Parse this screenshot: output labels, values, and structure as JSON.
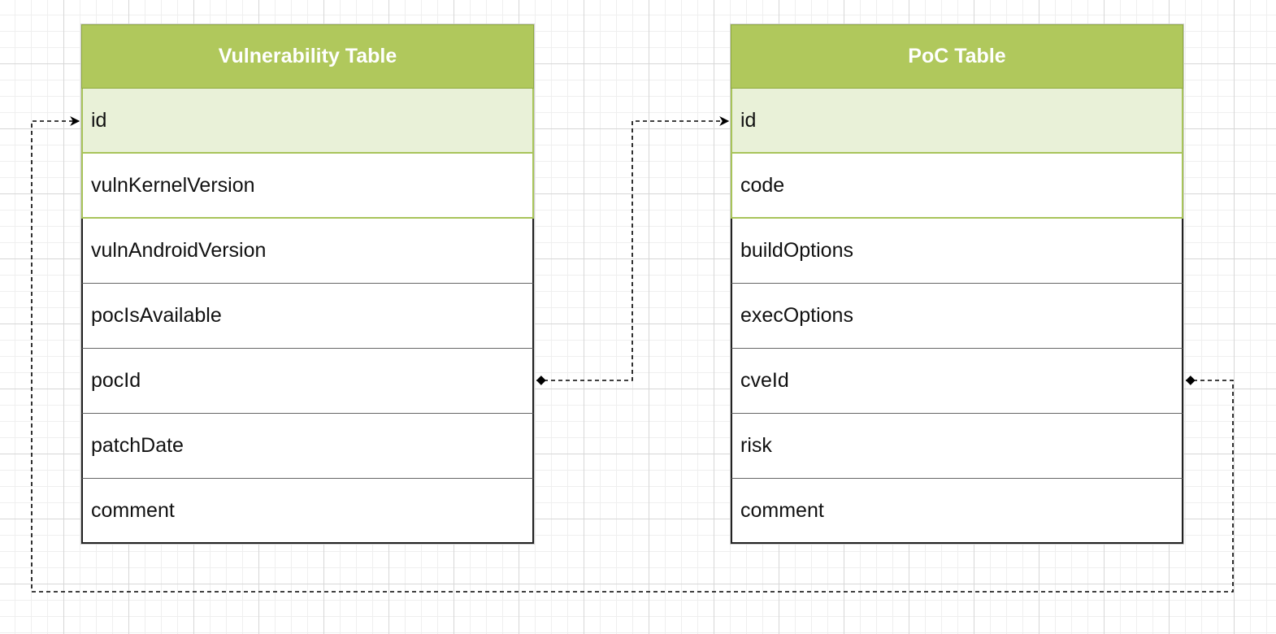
{
  "colors": {
    "header_fill": "#b0c85c",
    "primary_key_fill": "#e9f1d8",
    "row_fill": "#ffffff",
    "connector": "#000000"
  },
  "tables": [
    {
      "title": "Vulnerability Table",
      "rows": [
        {
          "label": "id",
          "style": "primary"
        },
        {
          "label": "vulnKernelVersion",
          "style": "highlight"
        },
        {
          "label": "vulnAndroidVersion",
          "style": "plain"
        },
        {
          "label": "pocIsAvailable",
          "style": "plain"
        },
        {
          "label": "pocId",
          "style": "plain"
        },
        {
          "label": "patchDate",
          "style": "plain"
        },
        {
          "label": "comment",
          "style": "plain"
        }
      ]
    },
    {
      "title": "PoC Table",
      "rows": [
        {
          "label": "id",
          "style": "primary"
        },
        {
          "label": "code",
          "style": "highlight"
        },
        {
          "label": "buildOptions",
          "style": "plain"
        },
        {
          "label": "execOptions",
          "style": "plain"
        },
        {
          "label": "cveId",
          "style": "plain"
        },
        {
          "label": "risk",
          "style": "plain"
        },
        {
          "label": "comment",
          "style": "plain"
        }
      ]
    }
  ],
  "relations": [
    {
      "from": "Vulnerability Table.pocId",
      "to": "PoC Table.id",
      "line": "dashed"
    },
    {
      "from": "PoC Table.cveId",
      "to": "Vulnerability Table.id",
      "line": "dashed"
    }
  ]
}
